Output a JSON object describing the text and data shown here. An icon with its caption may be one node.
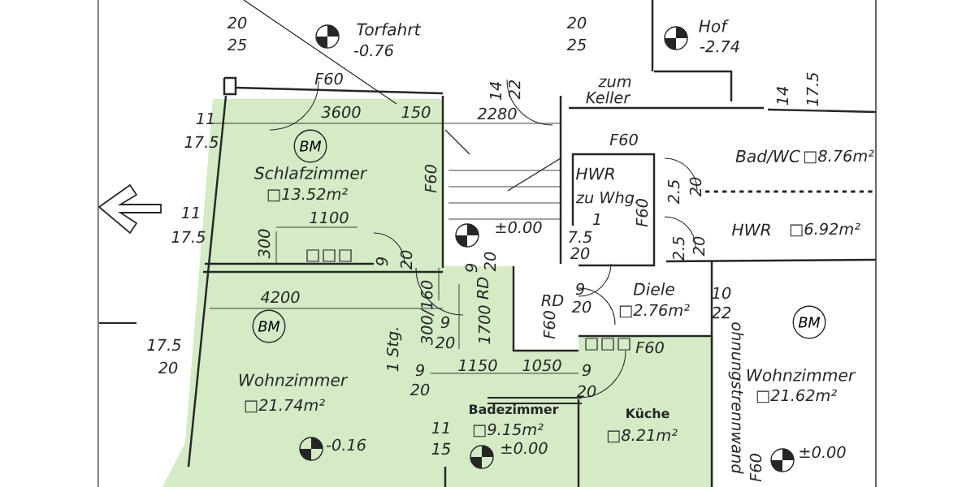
{
  "diagram": {
    "nodes": [
      {
        "text": [
          "BM"
        ]
      },
      {
        "text": [
          "BM"
        ]
      },
      {
        "text": [
          "BM"
        ]
      }
    ],
    "labels": [
      "20",
      "Torfahrt",
      "20",
      "Hof",
      "25",
      "-0.76",
      "25",
      "-2.74",
      "F60",
      "14",
      "22",
      "zum",
      "14",
      "17.5",
      "11",
      "3600",
      "150",
      "2280",
      "Keller",
      "17.5",
      "F60",
      "Bad/WC",
      "□8.76m²",
      "Schlafzimmer",
      "F60",
      "HWR",
      "□13.52m²",
      "zu Whg.",
      "2.5",
      "20",
      "11",
      "1100",
      "1",
      "F60",
      "17.5",
      "300",
      "±0.00",
      "7.5",
      "HWR",
      "□6.92m²",
      "9",
      "20",
      "9",
      "20",
      "20",
      "2.5",
      "20",
      "4200",
      "RD",
      "RD",
      "9",
      "Diele",
      "10",
      "300/160",
      "9",
      "1700",
      "F60",
      "20",
      "□2.76m²",
      "22",
      "17.5",
      "1 Stg.",
      "20",
      "F60",
      "20",
      "Wohnzimmer",
      "9",
      "1150",
      "1050",
      "9",
      "Wohnzimmer",
      "□21.74m²",
      "20",
      "Badezimmer",
      "20",
      "Küche",
      "ohnungstrennwand",
      "□21.62m²",
      "-0.16",
      "11",
      "15",
      "□9.15m²",
      "±0.00",
      "□8.21m²",
      "±0.00",
      "F60"
    ]
  }
}
